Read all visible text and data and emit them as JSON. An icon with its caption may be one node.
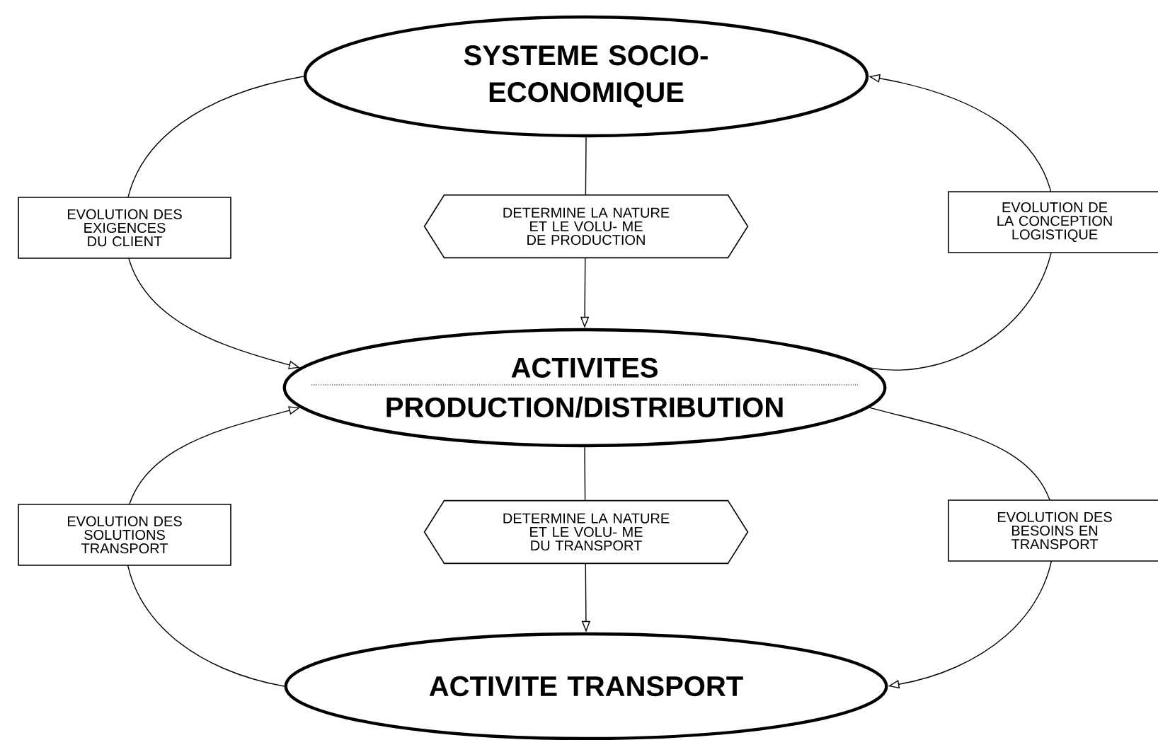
{
  "diagram": {
    "nodes": [
      {
        "text": [
          "SYSTEME SOCIO-ECONOMIQUE"
        ]
      },
      {
        "text": [
          "ACTIVITES PRODUCTION/DISTRIBUTION"
        ]
      },
      {
        "text": [
          "ACTIVITE TRANSPORT"
        ]
      }
    ],
    "edges": [
      {
        "from": 0,
        "to": 1,
        "arrow": "to",
        "label": "DETERMINE LA NATURE ET LE VOLU- ME DE PRODUCTION"
      },
      {
        "from": 0,
        "to": 1,
        "arrow": "to",
        "label": "EVOLUTION DES EXIGENCES DU CLIENT"
      },
      {
        "from": 1,
        "to": 0,
        "arrow": "to",
        "label": "EVOLUTION DE LA CONCEPTION LOGISTIQUE"
      },
      {
        "from": 2,
        "to": 1,
        "arrow": "to",
        "label": "EVOLUTION DES SOLUTIONS TRANSPORT"
      },
      {
        "from": 1,
        "to": 2,
        "arrow": "to",
        "label": "DETERMINE LA NATURE ET LE VOLU- ME DU TRANSPORT"
      },
      {
        "from": 1,
        "to": 2,
        "arrow": "to",
        "label": "EVOLUTION DES BESOINS EN TRANSPORT"
      }
    ]
  }
}
